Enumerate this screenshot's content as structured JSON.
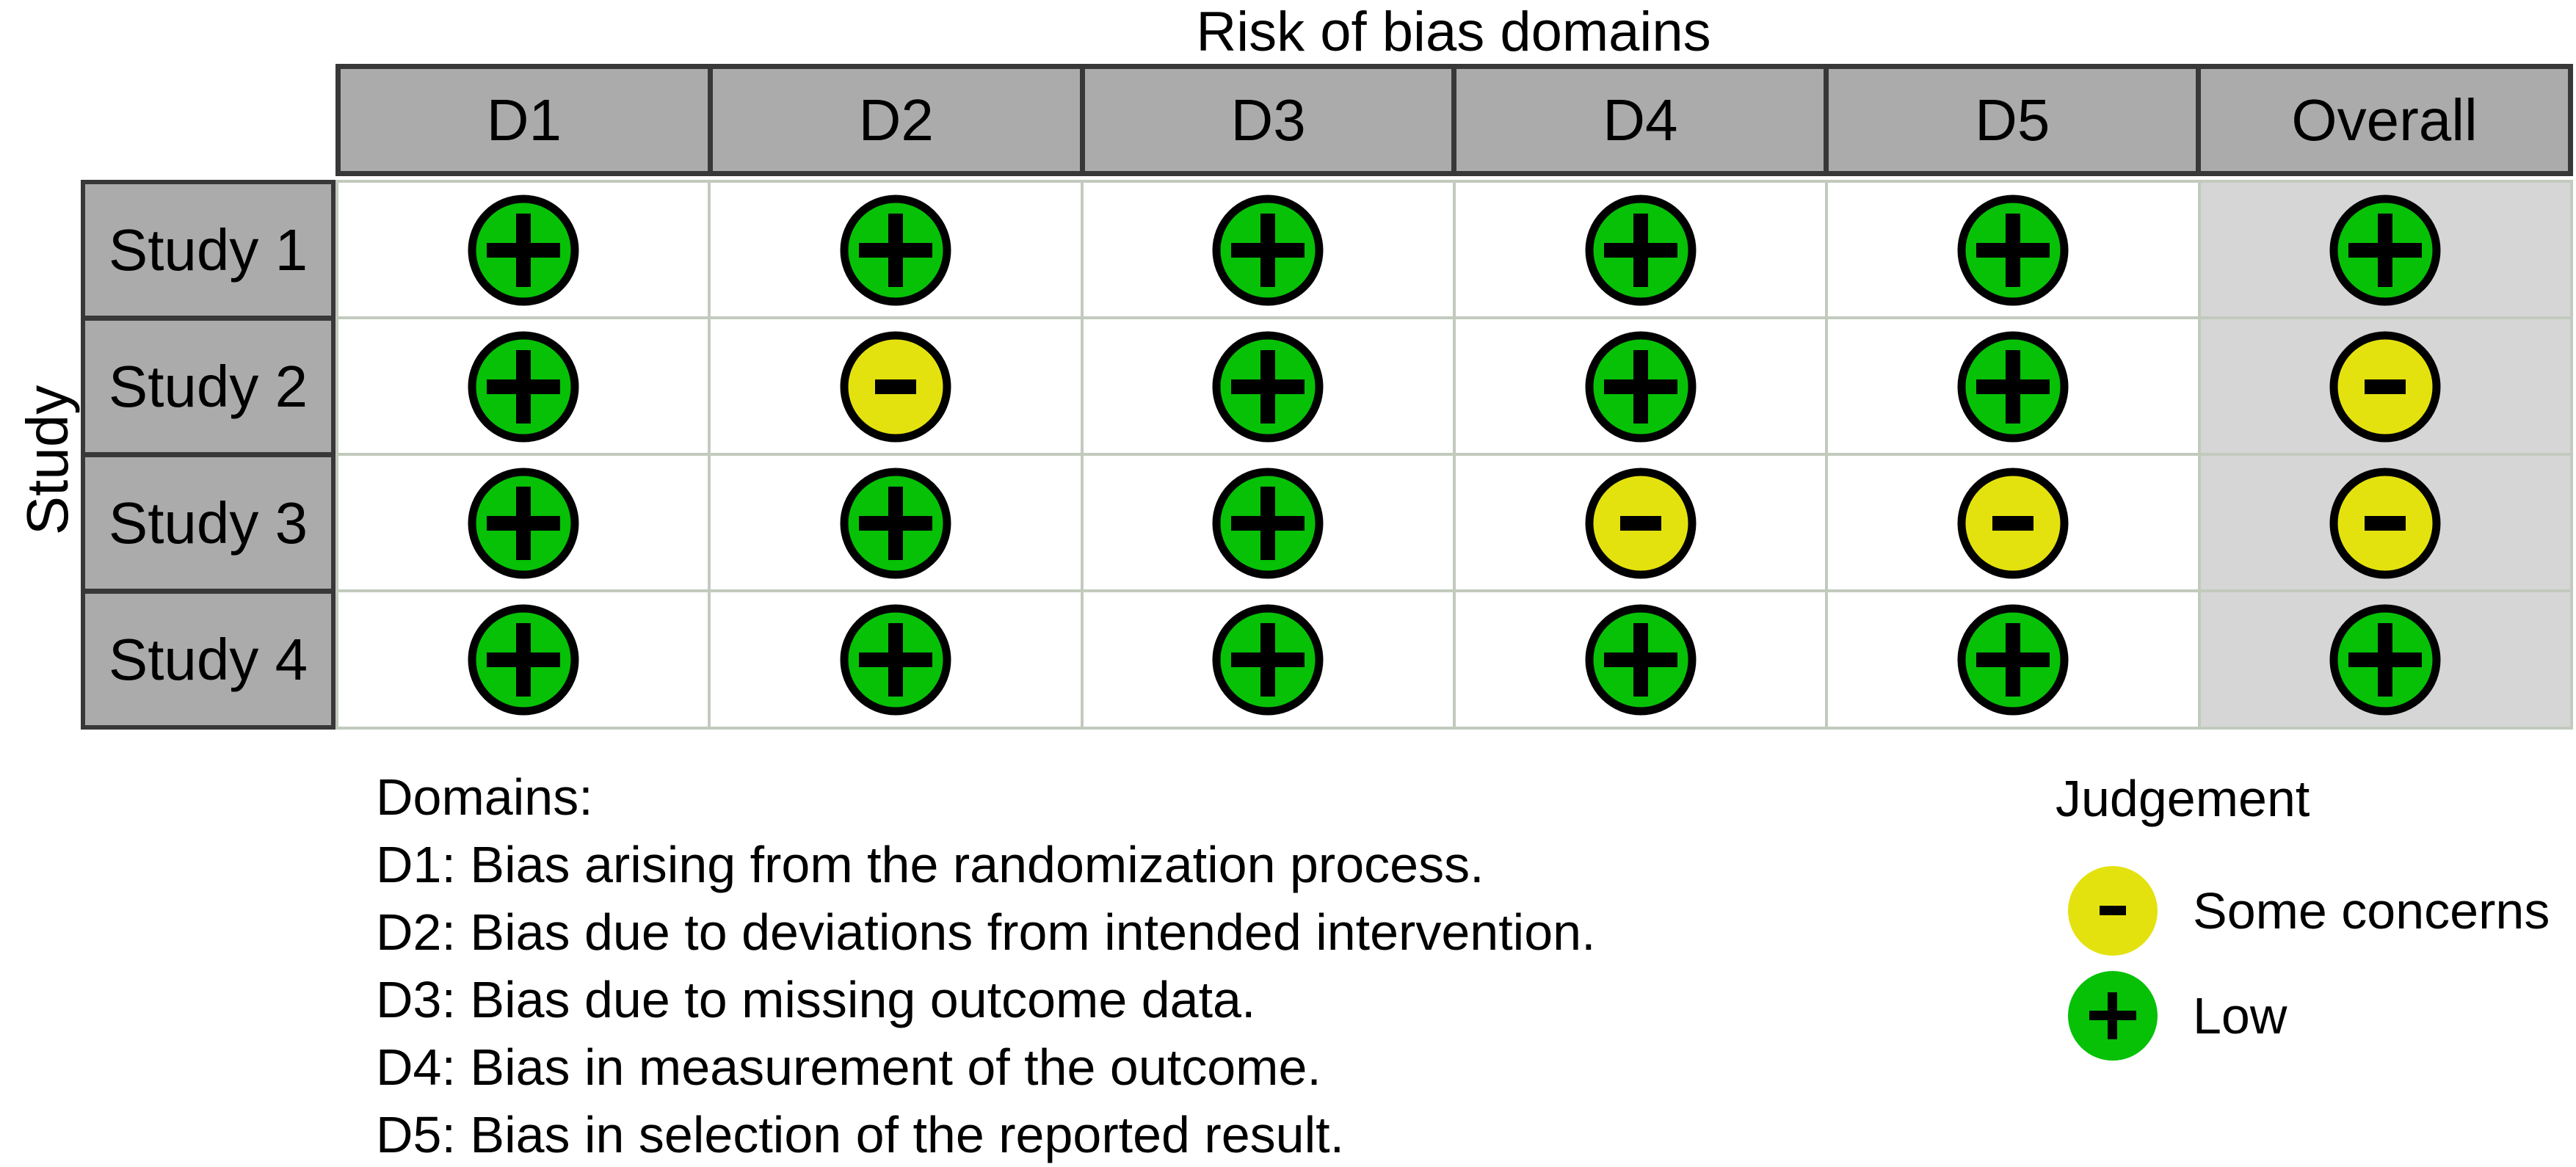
{
  "title": "Risk of bias domains",
  "study_axis_label": "Study",
  "chart_data": {
    "type": "table",
    "title": "Risk of bias domains",
    "row_axis_label": "Study",
    "columns": [
      "D1",
      "D2",
      "D3",
      "D4",
      "D5",
      "Overall"
    ],
    "rows": [
      {
        "label": "Study 1",
        "judgements": [
          "low",
          "low",
          "low",
          "low",
          "low",
          "low"
        ]
      },
      {
        "label": "Study 2",
        "judgements": [
          "low",
          "some_concerns",
          "low",
          "low",
          "low",
          "some_concerns"
        ]
      },
      {
        "label": "Study 3",
        "judgements": [
          "low",
          "low",
          "low",
          "some_concerns",
          "some_concerns",
          "some_concerns"
        ]
      },
      {
        "label": "Study 4",
        "judgements": [
          "low",
          "low",
          "low",
          "low",
          "low",
          "low"
        ]
      }
    ],
    "judgement_symbols": {
      "low": "+",
      "some_concerns": "-"
    }
  },
  "footnote": {
    "heading": "Domains:",
    "lines": [
      "D1: Bias arising from the randomization process.",
      "D2: Bias due to deviations from intended intervention.",
      "D3: Bias due to missing outcome data.",
      "D4: Bias in measurement of the outcome.",
      "D5: Bias in selection of the reported result."
    ]
  },
  "legend": {
    "title": "Judgement",
    "items": [
      {
        "key": "some_concerns",
        "symbol": "-",
        "label": "Some concerns"
      },
      {
        "key": "low",
        "symbol": "+",
        "label": "Low"
      }
    ]
  },
  "colors": {
    "low": "#06c106",
    "some_concerns": "#e4e20e",
    "header_bg": "#ababab",
    "overall_bg": "#d6d6d6",
    "dark_border": "#383838",
    "cell_border": "#c2cabe",
    "symbol": "#000000"
  }
}
